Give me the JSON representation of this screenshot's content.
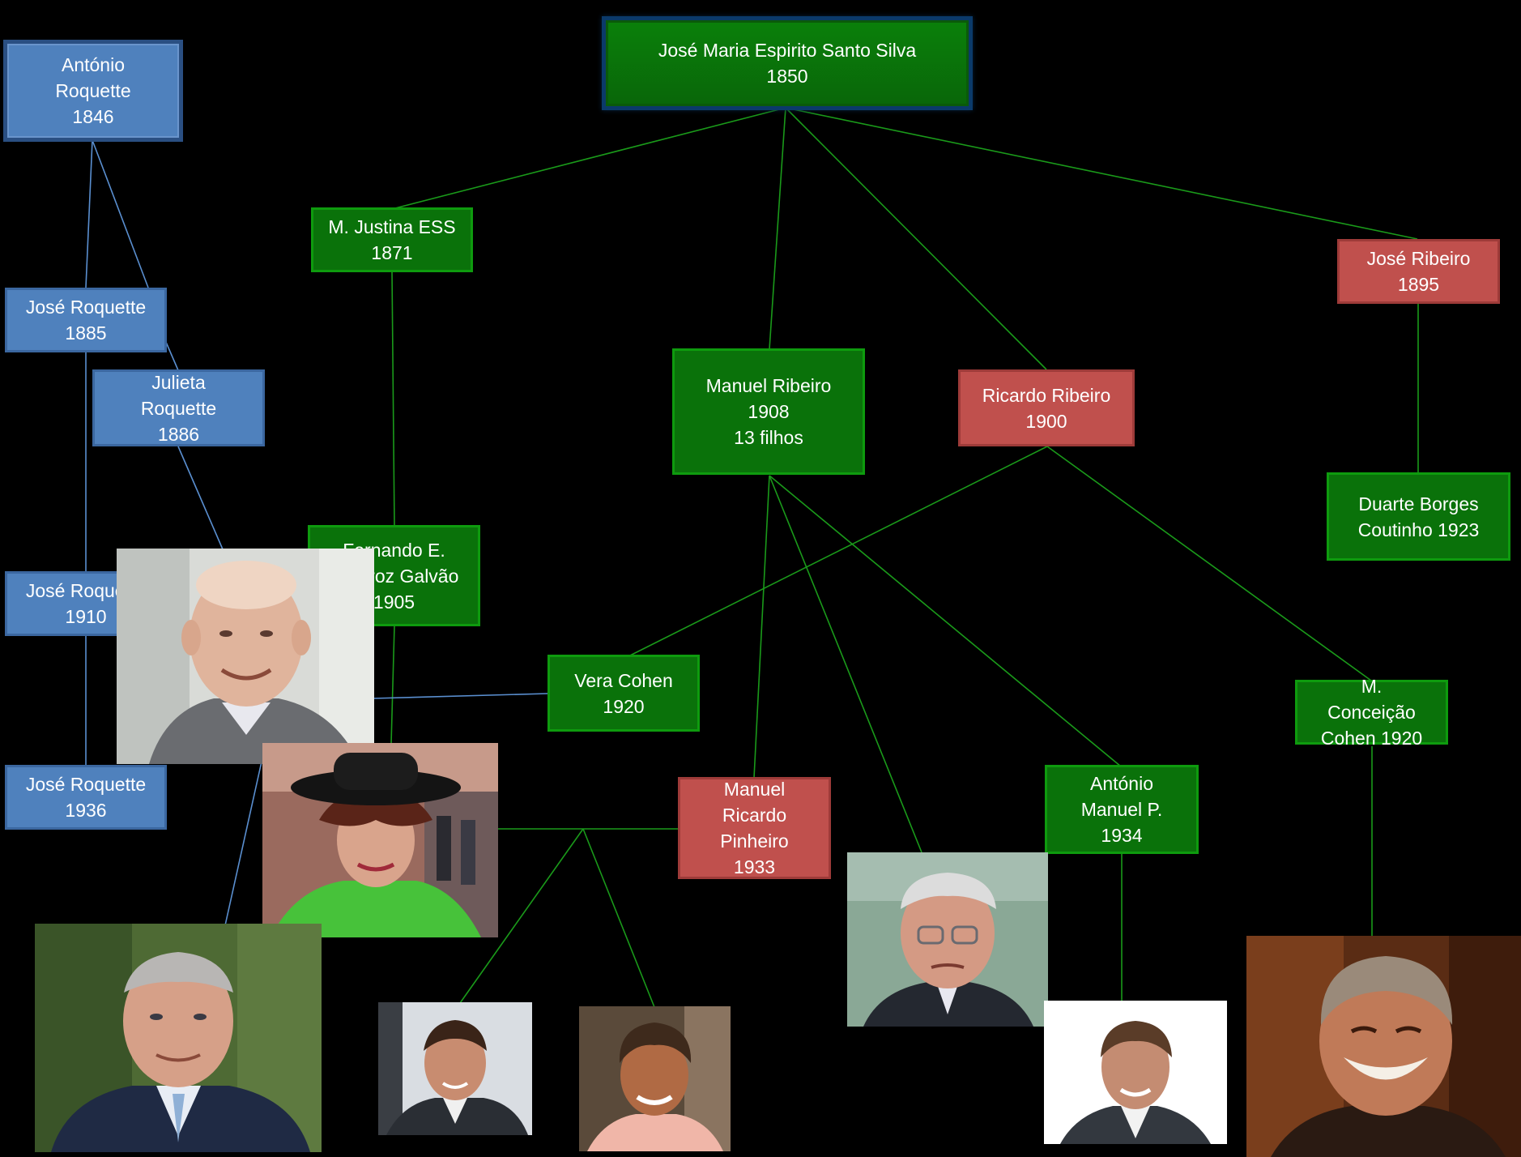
{
  "nodes": {
    "jose_maria": {
      "lines": [
        "José Maria Espirito Santo Silva",
        "1850"
      ]
    },
    "antonio_roquette": {
      "lines": [
        "António",
        "Roquette",
        "1846"
      ]
    },
    "m_justina": {
      "lines": [
        "M. Justina ESS",
        "1871"
      ]
    },
    "jose_ribeiro": {
      "lines": [
        "José Ribeiro",
        "1895"
      ]
    },
    "jose_roquette_1885": {
      "lines": [
        "José Roquette",
        "1885"
      ]
    },
    "julieta_roquette": {
      "lines": [
        "Julieta",
        "Roquette",
        "1886"
      ]
    },
    "manuel_ribeiro": {
      "lines": [
        "Manuel Ribeiro",
        "1908",
        "13 filhos"
      ]
    },
    "ricardo_ribeiro": {
      "lines": [
        "Ricardo Ribeiro",
        "1900"
      ]
    },
    "duarte_borges": {
      "lines": [
        "Duarte Borges",
        "Coutinho 1923"
      ]
    },
    "fernando_galvao": {
      "lines": [
        "Fernando E.",
        "Queiroz Galvão",
        "1905"
      ]
    },
    "jose_roquette_1910": {
      "lines": [
        "José Roquette",
        "1910"
      ]
    },
    "vera_cohen": {
      "lines": [
        "Vera Cohen",
        "1920"
      ]
    },
    "m_conceicao": {
      "lines": [
        "M.",
        "Conceição",
        "Cohen 1920"
      ]
    },
    "jose_roquette_1936": {
      "lines": [
        "José Roquette",
        "1936"
      ]
    },
    "manuel_ricardo": {
      "lines": [
        "Manuel",
        "Ricardo",
        "Pinheiro",
        "1933"
      ]
    },
    "antonio_manuel": {
      "lines": [
        "António",
        "Manuel P.",
        "1934"
      ]
    }
  },
  "colors": {
    "green_node": "#0a720a",
    "blue_node": "#4f81bd",
    "red_node": "#c0504d",
    "green_line": "#1a9a1a",
    "blue_line": "#5a8fd0"
  },
  "photos": [
    {
      "name": "portrait-elderly-man-photo"
    },
    {
      "name": "portrait-woman-green-hat-photo"
    },
    {
      "name": "portrait-man-suit-photo"
    },
    {
      "name": "portrait-young-man-photo"
    },
    {
      "name": "portrait-tanned-man-photo"
    },
    {
      "name": "portrait-man-glasses-photo"
    },
    {
      "name": "portrait-man-white-background-photo"
    },
    {
      "name": "portrait-laughing-man-photo"
    }
  ]
}
